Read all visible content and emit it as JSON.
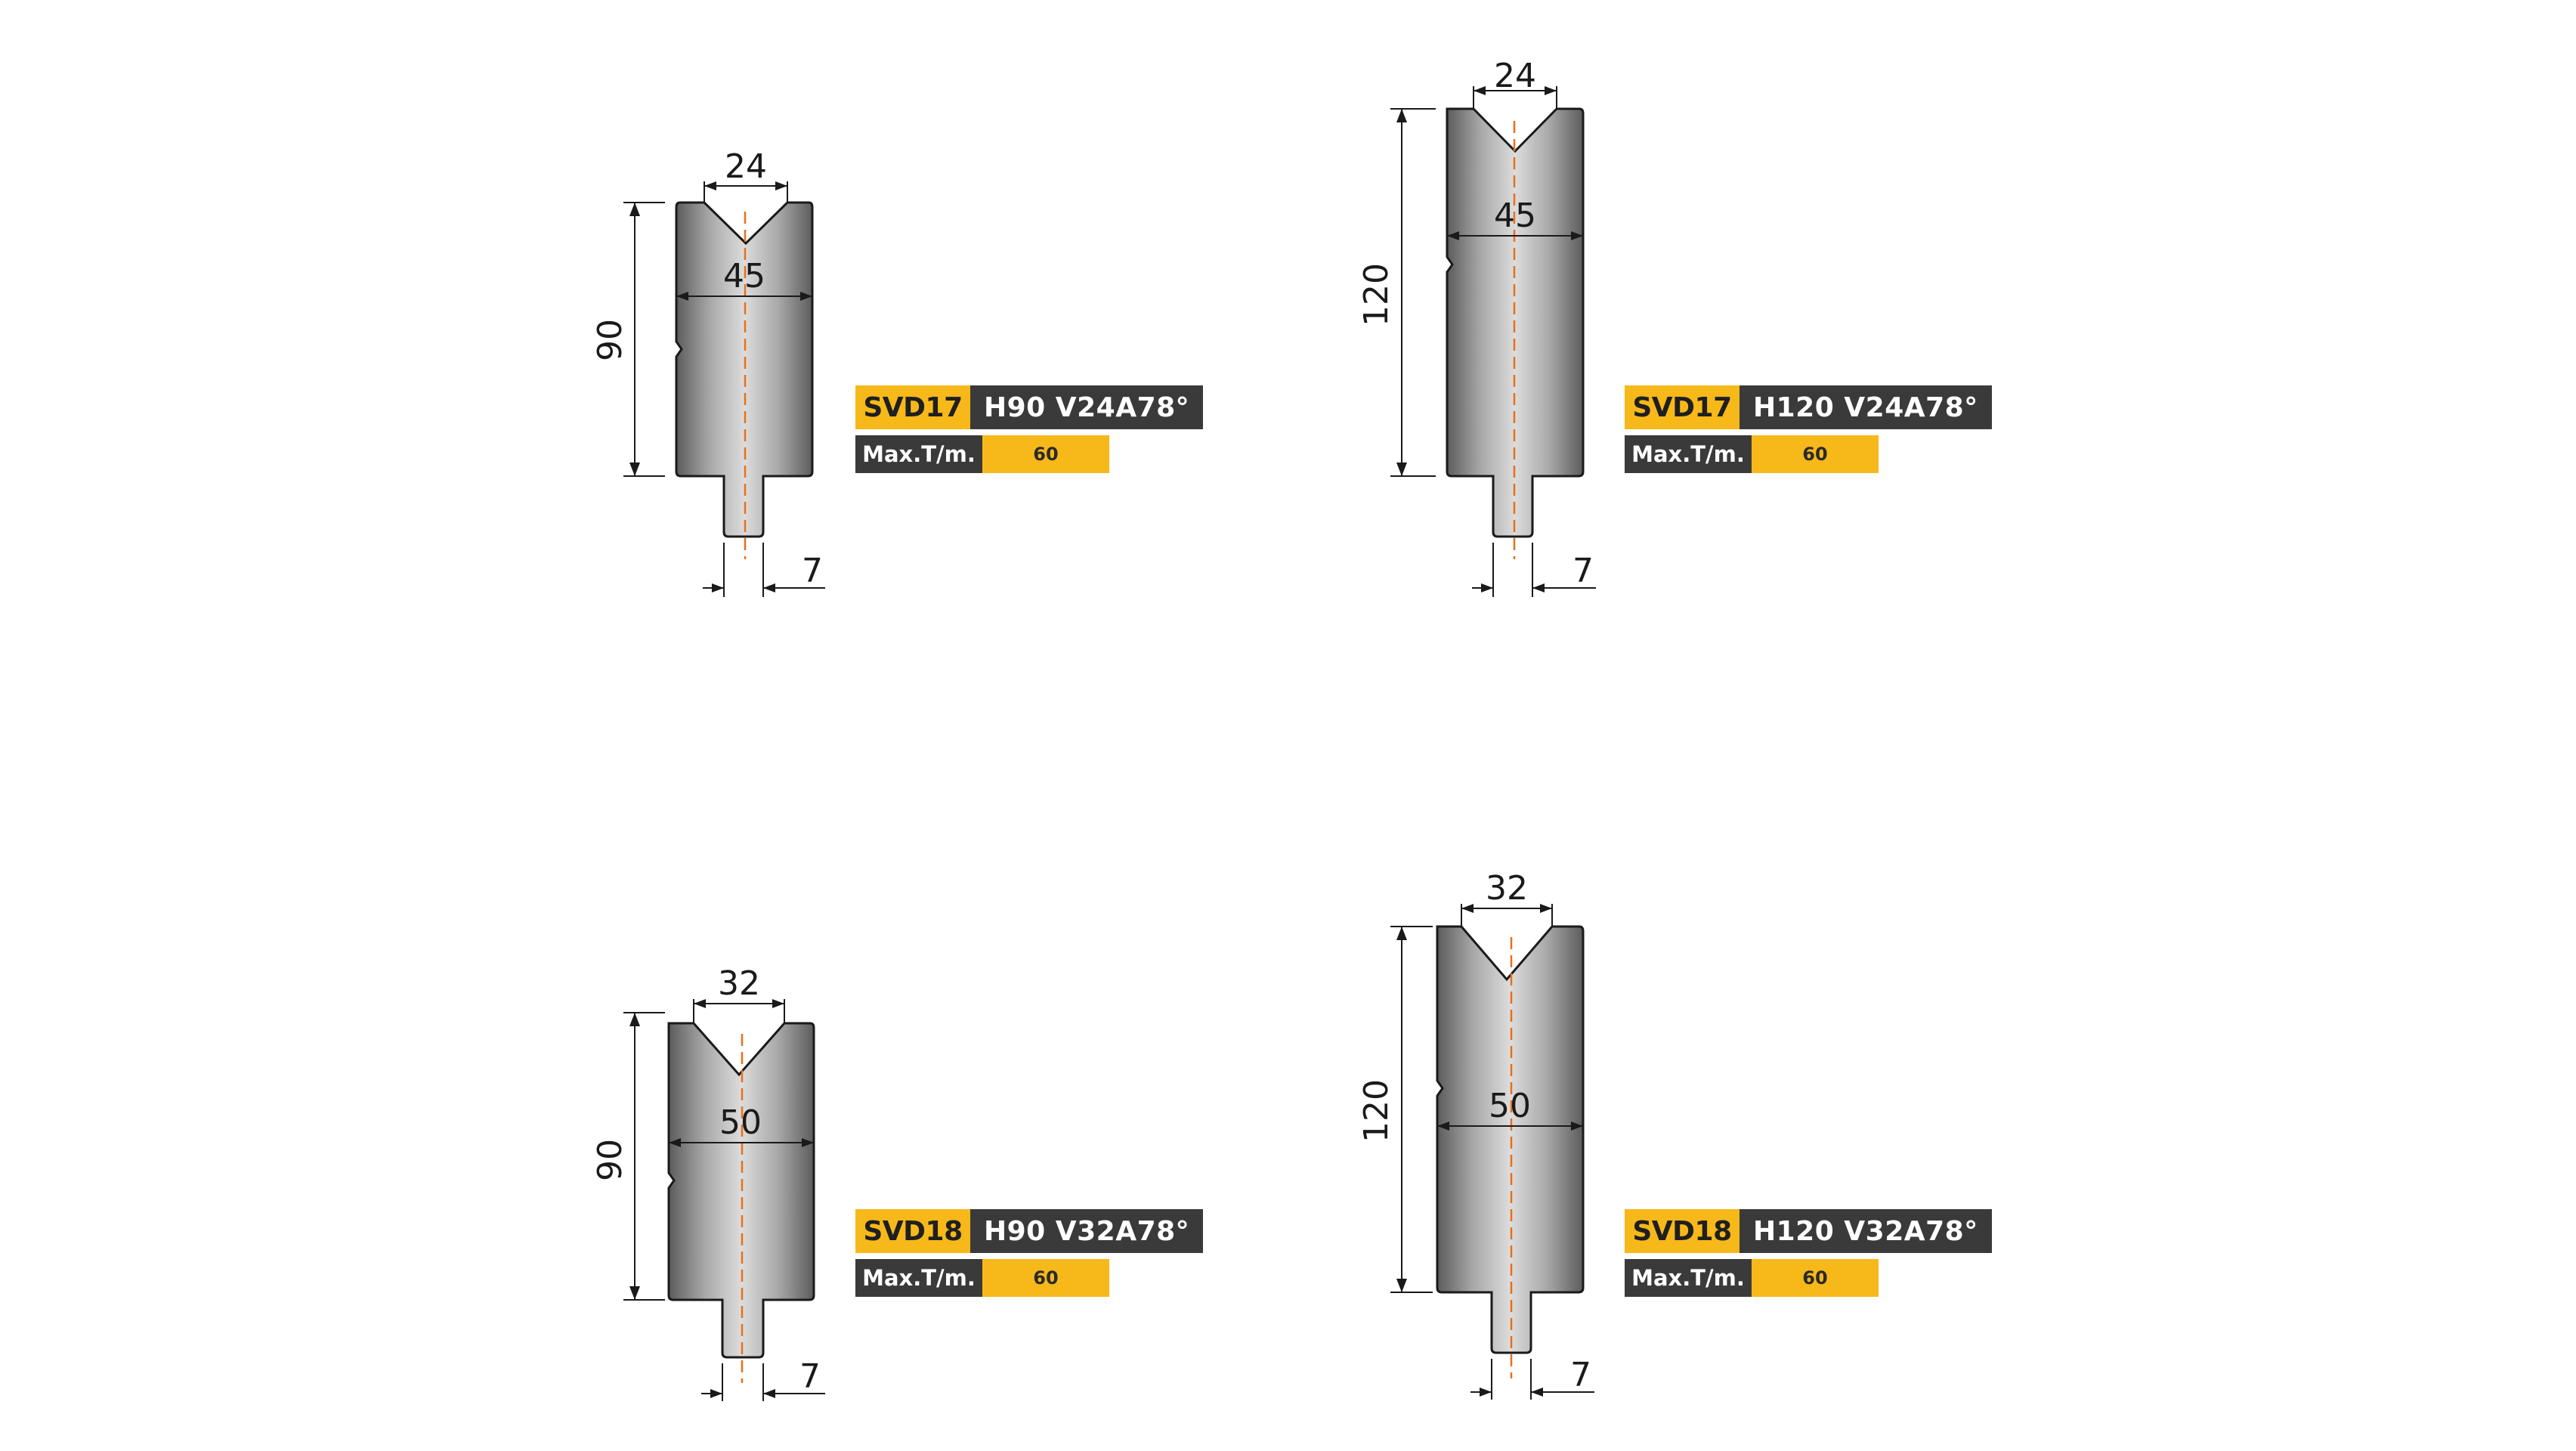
{
  "colors": {
    "accent": "#f7b81a",
    "dark": "#3a3a3a",
    "centerline": "#e8701a",
    "line": "#1a1a1a"
  },
  "tools": [
    {
      "code": "SVD17",
      "spec": "H90 V24A78°",
      "max_label": "Max.T/m.",
      "max_value": "60",
      "dims": {
        "height": "90",
        "v_opening": "24",
        "width": "45",
        "tang": "7"
      }
    },
    {
      "code": "SVD17",
      "spec": "H120 V24A78°",
      "max_label": "Max.T/m.",
      "max_value": "60",
      "dims": {
        "height": "120",
        "v_opening": "24",
        "width": "45",
        "tang": "7"
      }
    },
    {
      "code": "SVD18",
      "spec": "H90 V32A78°",
      "max_label": "Max.T/m.",
      "max_value": "60",
      "dims": {
        "height": "90",
        "v_opening": "32",
        "width": "50",
        "tang": "7"
      }
    },
    {
      "code": "SVD18",
      "spec": "H120 V32A78°",
      "max_label": "Max.T/m.",
      "max_value": "60",
      "dims": {
        "height": "120",
        "v_opening": "32",
        "width": "50",
        "tang": "7"
      }
    }
  ]
}
